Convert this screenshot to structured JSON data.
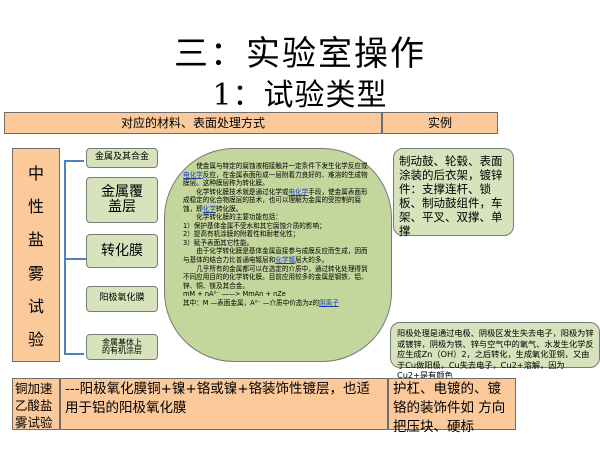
{
  "title": "三：实验室操作",
  "subtitle": "1：试验类型",
  "header": {
    "materials": "对应的材料、表面处理方式",
    "examples": "实例"
  },
  "category": [
    "中",
    "性",
    "盐",
    "雾",
    "试",
    "验"
  ],
  "items": {
    "metal_alloy": "金属及其合金",
    "metal_coating_l1": "金属覆",
    "metal_coating_l2": "盖层",
    "conversion_film": "转化膜",
    "anodic_film": "阳极氧化膜",
    "organic_l1": "金属基体上",
    "organic_l2": "的有机涂层"
  },
  "description": {
    "p1a": "使金属与特定的腐蚀液相接触并一定条件下发生化学反应或",
    "p1_link1": "电化学",
    "p1b": "反应，在金属表面形成一层附着力良好的、难溶的生成物膜层。这种膜层称为转化膜。",
    "p2a": "化学转化膜技术就是通过化学或",
    "p2_link1": "电化学",
    "p2b": "手段，使金属表面形成稳定的化合物膜层的技术，也可以理解为金属的受控制的腐蚀，即",
    "p2_link2": "化学",
    "p2c": "转化膜。",
    "p3": "化学转化膜的主要功能包括：",
    "l1": "1）保护基体金属不受水和其它腐蚀介质的影响；",
    "l2": "2）提高有机涂膜的附着性和耐老化性；",
    "l3": "3）赋予表面其它性能。",
    "p4a": "由于化学转化膜是基体金属直接参与成膜反应而生成，因而与基体的结合力比普通电镀层和",
    "p4_link1": "化学镀",
    "p4b": "层大的多。",
    "p5": "几乎所有的金属都可以在选定的介质中，通过转化处理得到不同应用目的的化学转化膜。目前应用较多的金属是钢铁、铝、锌、铜、镁及其合金。",
    "formula": "mM + nA²⁻ ——> MmAn + nZe",
    "p6a": "其中：M —表面金属，A²⁻ —介质中价态为z的",
    "p6_link1": "阴离子"
  },
  "examples_top": "制动鼓、轮毂、表面涂装的后衣架，镀锌件：支撑连杆、锁板、制动鼓组件，车架、平叉、双撑、单撑",
  "examples_mid": "阳极处理是通过电极、阴极区发生失去电子，阳极为锌或镀锌，阴极为铁、锌与空气中的氧气、水发生化学反应生成Zn（OH）2，之后转化，生成氧化亚铜，又由于Cu做阳极，Cu失去电子，Cu2+溶解，因为Cu2+是有颜色",
  "bottom": {
    "test_name": "铜加速乙酸盐雾试验",
    "materials": "---阳极氧化膜铜+镍+铬或镍+铬装饰性镀层，也适用于铝的阳极氧化膜",
    "examples": "护杠、电镀的、镀铬的装饰件如 方向把压块、硬标"
  }
}
